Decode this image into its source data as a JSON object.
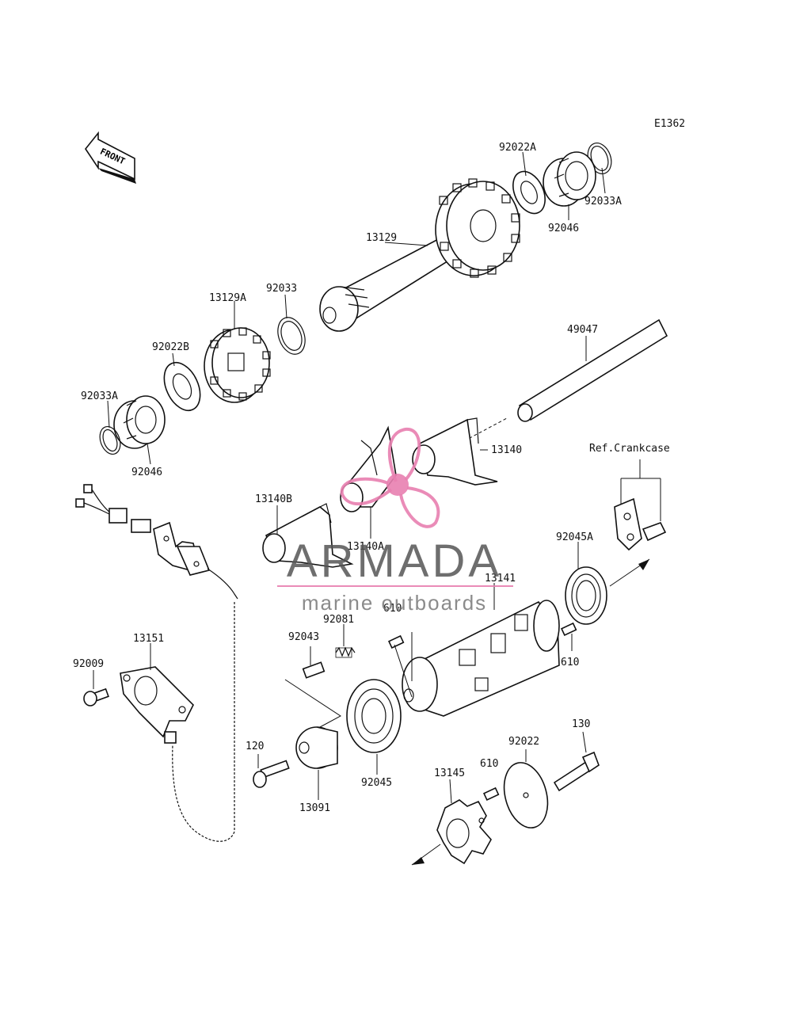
{
  "diagram_code": "E1362",
  "front_label": "FRONT",
  "ref_label": "Ref.Crankcase",
  "part_labels": {
    "p92022A": "92022A",
    "p92033A_top": "92033A",
    "p92046_top": "92046",
    "p13129": "13129",
    "p92033": "92033",
    "p13129A": "13129A",
    "p92022B": "92022B",
    "p92033A_left": "92033A",
    "p92046_left": "92046",
    "p49047": "49047",
    "p13140": "13140",
    "p13140B": "13140B",
    "p13140A": "13140A",
    "p92045A": "92045A",
    "p13141": "13141",
    "p610_a": "610",
    "p92081": "92081",
    "p92043": "92043",
    "p610_b": "610",
    "p13151": "13151",
    "p92009": "92009",
    "p120": "120",
    "p13091": "13091",
    "p92045": "92045",
    "p130": "130",
    "p92022": "92022",
    "p610_c": "610",
    "p13145": "13145"
  },
  "watermark": {
    "brand": "ARMADA",
    "tagline": "marine outboards",
    "color": "#e87fb0"
  }
}
